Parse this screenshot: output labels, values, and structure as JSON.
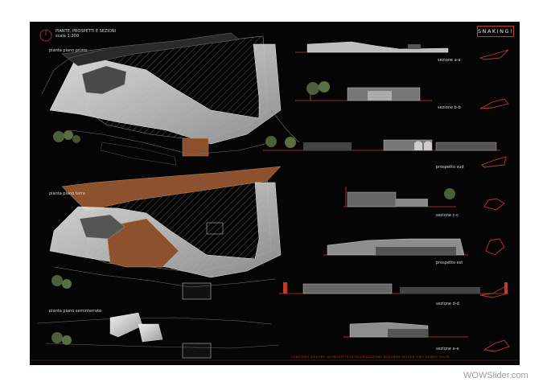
{
  "board": {
    "title": "PIANTE, PROSPETTI E SEZIONI",
    "scale": "scala 1:200",
    "brand": "SNAKING!",
    "competition": "CONCORSO IDEE PER UN PROGETTO DI VALORIZZAZIONE DELL'AREA DELL'EX FORO BOARIO    Tav.03",
    "colors": {
      "background": "#050505",
      "accent": "#c0392b",
      "wood": "#8a4f2d",
      "building": "#d9d9d9"
    }
  },
  "plans": [
    {
      "label": "pianta piano primo"
    },
    {
      "label": "pianta piano terra"
    },
    {
      "label": "pianta piano seminterrato"
    }
  ],
  "sections": [
    {
      "label": "sezione a-a"
    },
    {
      "label": "sezione b-b"
    },
    {
      "label": "prospetto sud"
    },
    {
      "label": "sezione c-c"
    },
    {
      "label": "prospetto est"
    },
    {
      "label": "sezione d-d"
    },
    {
      "label": "sezione e-e"
    }
  ],
  "watermark": "WOWSlider.com"
}
